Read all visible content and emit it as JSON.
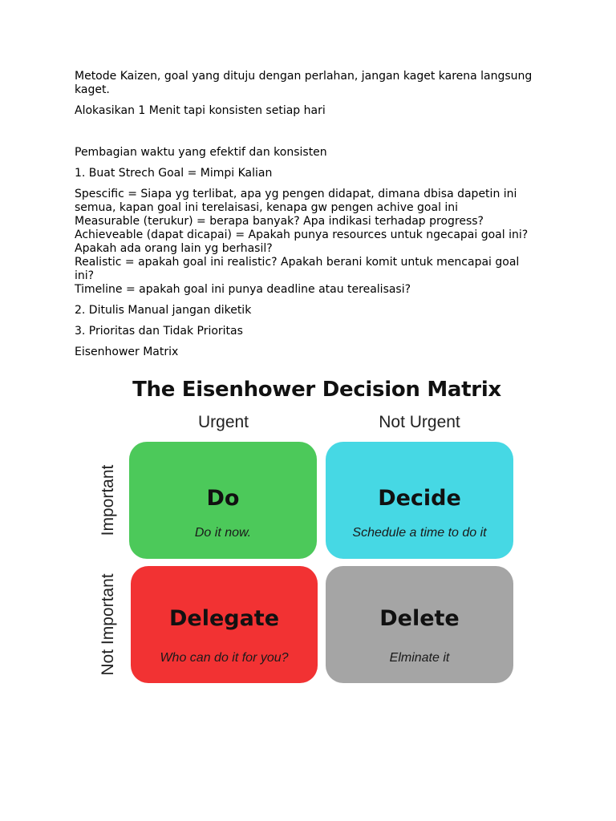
{
  "document": {
    "paragraph_1_line_1": "Metode Kaizen, goal yang dituju dengan perlahan, jangan kaget karena langsung",
    "paragraph_1_line_2": "kaget.",
    "paragraph_2": "Alokasikan 1 Menit tapi konsisten setiap hari",
    "paragraph_3": "Pembagian waktu yang efektif dan konsisten",
    "paragraph_4": "1. Buat Strech Goal = Mimpi Kalian",
    "smart_lines": [
      "Spescific = Siapa yg terlibat, apa yg pengen didapat, dimana dbisa dapetin ini",
      "semua, kapan goal ini terelaisasi, kenapa gw pengen achive goal ini",
      "Measurable (terukur) = berapa banyak? Apa indikasi terhadap progress?",
      "Achieveable (dapat dicapai) = Apakah punya resources untuk ngecapai goal ini?",
      "Apakah ada orang lain yg berhasil?",
      "Realistic = apakah goal ini realistic? Apakah berani komit untuk mencapai goal",
      "ini?",
      "Timeline = apakah goal ini punya deadline atau terealisasi?"
    ],
    "paragraph_6": "2. Ditulis Manual jangan diketik",
    "paragraph_7": "3. Prioritas dan Tidak Prioritas",
    "paragraph_8": "Eisenhower Matrix"
  },
  "matrix": {
    "title": "The Eisenhower Decision Matrix",
    "columns": {
      "urgent": "Urgent",
      "not_urgent": "Not Urgent"
    },
    "rows": {
      "important": "Important",
      "not_important": "Not Important"
    },
    "cells": {
      "do": {
        "title": "Do",
        "subtitle": "Do it now.",
        "color": "#4cc95a"
      },
      "decide": {
        "title": "Decide",
        "subtitle": "Schedule a time to do it",
        "color": "#46d8e4"
      },
      "delegate": {
        "title": "Delegate",
        "subtitle": "Who can do it for you?",
        "color": "#f23233"
      },
      "delete": {
        "title": "Delete",
        "subtitle": "Elminate it",
        "color": "#a5a5a5"
      }
    }
  }
}
